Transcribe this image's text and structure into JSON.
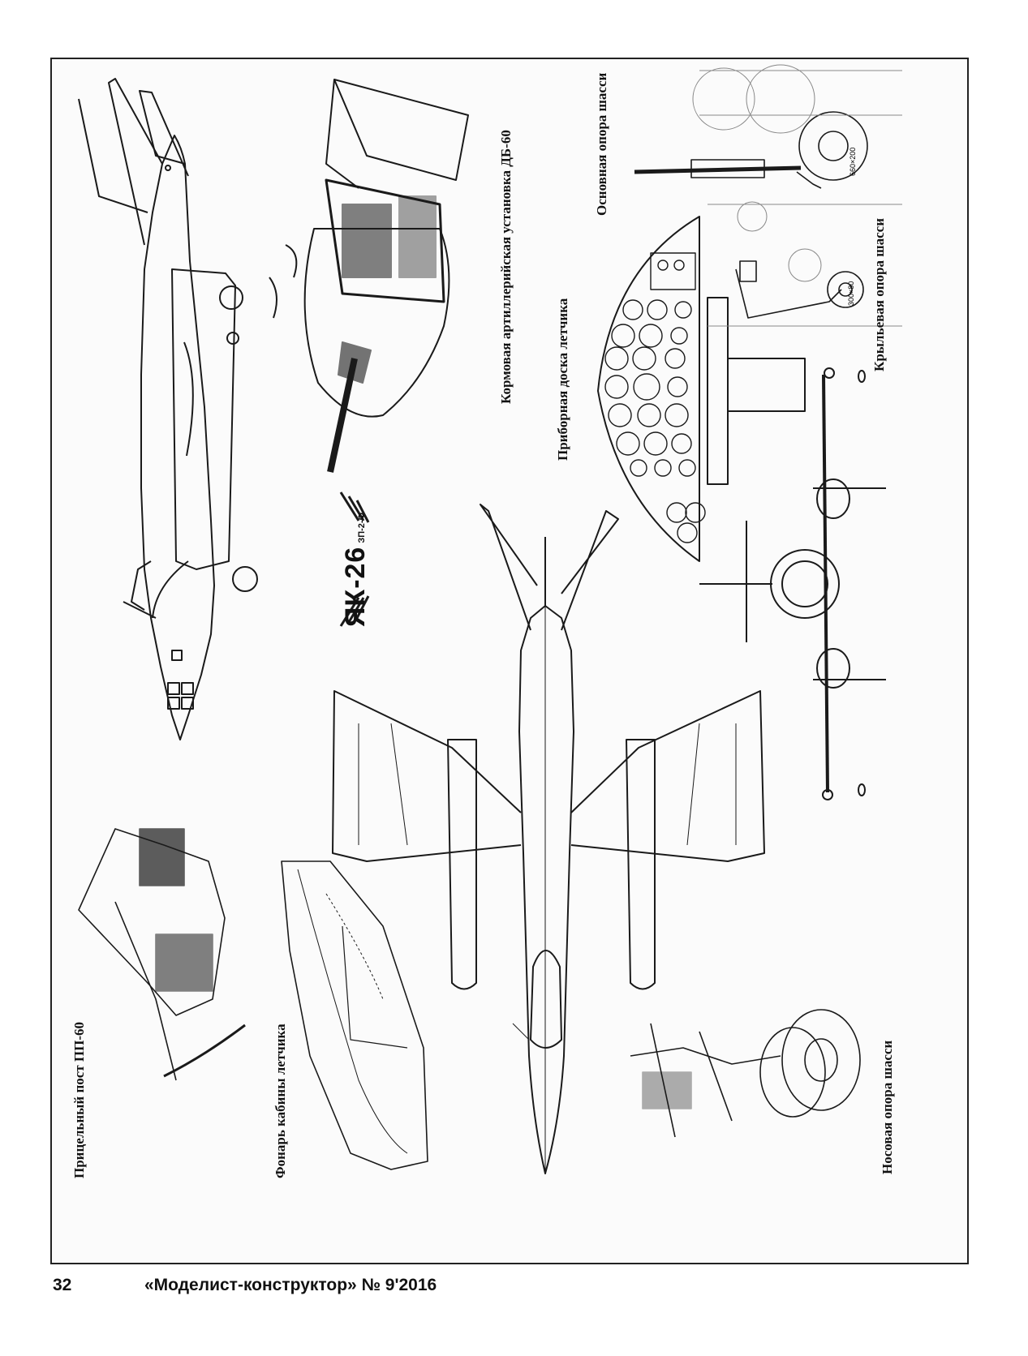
{
  "captions": {
    "sight_station": "Прицельный пост ПП-60",
    "canopy": "Фонарь кабины летчика",
    "tail_gun": "Кормовая артиллерийская установка ДБ-60",
    "instrument_panel": "Приборная доска летчика",
    "main_gear": "Основная опора шасси",
    "wing_gear": "Крыльевая опора шасси",
    "nose_gear": "Носовая опора шасси"
  },
  "logo": {
    "title": "ЯК-26",
    "subtitle": "ЗП-2-Ф"
  },
  "wheel_labels": {
    "main": "660×200",
    "wing": "300×80"
  },
  "footer": {
    "page_number": "32",
    "magazine": "«Моделист-конструктор» № 9'2016"
  },
  "colors": {
    "line": "#1a1a1a",
    "paper": "#fbfbfb",
    "frame": "#222222"
  }
}
